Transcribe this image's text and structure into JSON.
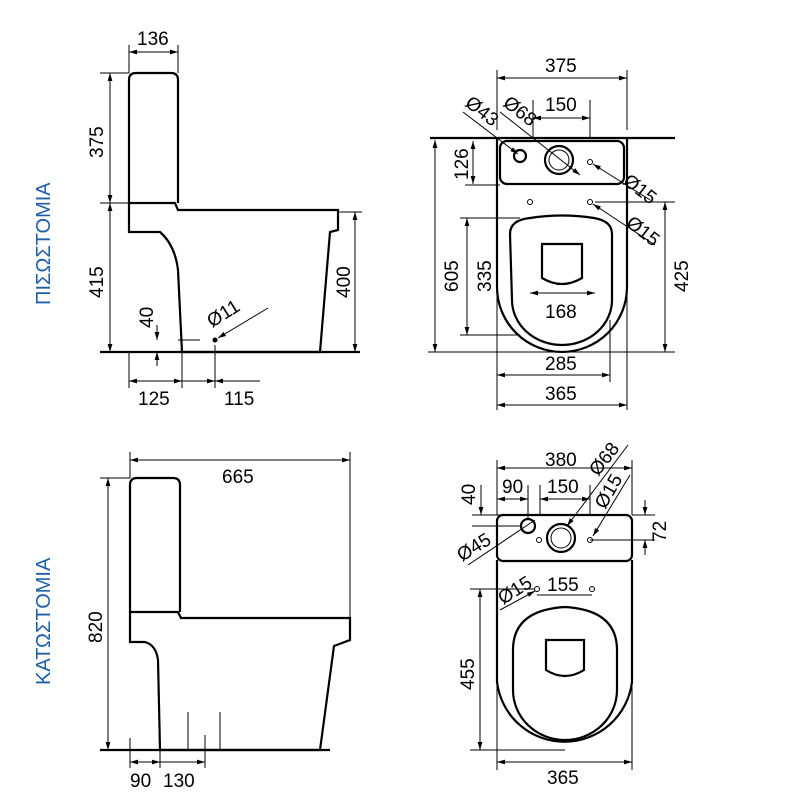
{
  "titles": {
    "rear_outlet": "ΠΙΣΩΣΤΟΜΙΑ",
    "floor_outlet": "ΚΑΤΩΣΤΟΜΙΑ"
  },
  "rear_side": {
    "tank_width": "136",
    "tank_height": "375",
    "bowl_height": "415",
    "seat_height": "400",
    "outlet_height": "40",
    "outlet_diameter": "Ø11",
    "dist_a": "125",
    "dist_b": "115"
  },
  "rear_plan": {
    "width": "375",
    "holes_spacing": "150",
    "d43": "Ø43",
    "d68": "Ø68",
    "tank_depth": "126",
    "d15a": "Ø15",
    "d15b": "Ø15",
    "length": "605",
    "seat_len": "335",
    "seat_width": "168",
    "inner_width": "285",
    "bowl_width": "365",
    "fix_len": "425"
  },
  "floor_side": {
    "length": "665",
    "height": "820",
    "dist_a": "90",
    "dist_b": "130"
  },
  "floor_plan": {
    "width": "380",
    "offset": "90",
    "holes_spacing": "150",
    "d68": "Ø68",
    "d15a": "Ø15",
    "tank_off": "40",
    "tank_h": "72",
    "d45": "Ø45",
    "d15b": "Ø15",
    "fix_spacing": "155",
    "length": "455",
    "bowl_width": "365"
  },
  "colors": {
    "label": "#1f5fa8"
  }
}
